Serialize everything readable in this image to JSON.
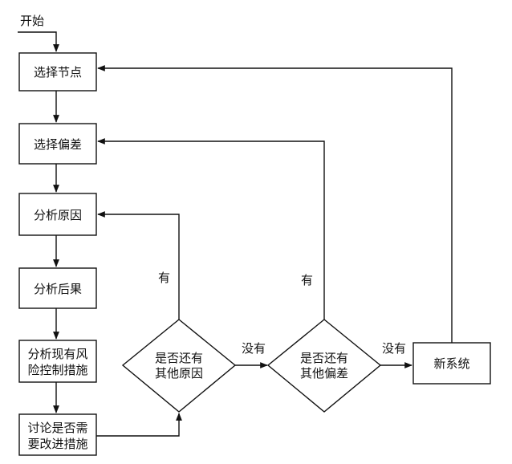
{
  "start_label": "开始",
  "nodes": {
    "select_node": "选择节点",
    "select_deviation": "选择偏差",
    "analyze_cause": "分析原因",
    "analyze_consequence": "分析后果",
    "analyze_controls": [
      "分析现有风",
      "险控制措施"
    ],
    "discuss_measures": [
      "讨论是否需",
      "要改进措施"
    ],
    "other_causes": [
      "是否还有",
      "其他原因"
    ],
    "other_deviations": [
      "是否还有",
      "其他偏差"
    ],
    "new_system": "新系统"
  },
  "edge_labels": {
    "yes_cause": "有",
    "yes_deviation": "有",
    "no_cause": "没有",
    "no_deviation": "没有"
  },
  "colors": {
    "stroke": "#111111",
    "background": "#ffffff"
  }
}
